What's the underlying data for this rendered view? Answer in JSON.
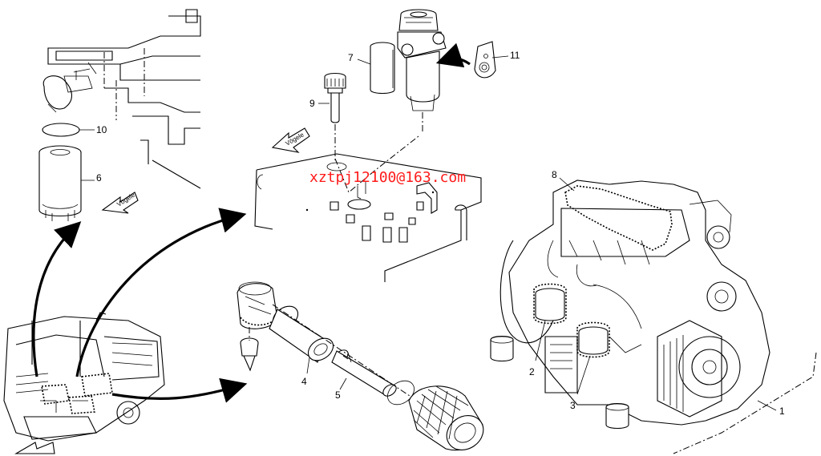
{
  "watermark": "xztpj12100@163.com",
  "callouts": {
    "c1": "1",
    "c2": "2",
    "c3": "3",
    "c4": "4",
    "c5": "5",
    "c6": "6",
    "c7": "7",
    "c8": "8",
    "c9": "9",
    "c10": "10",
    "c11": "11"
  },
  "logos": {
    "text": "Vögele"
  }
}
